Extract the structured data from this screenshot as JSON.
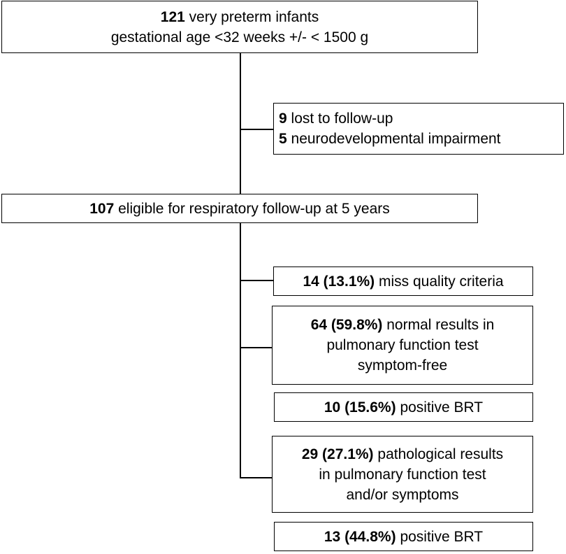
{
  "boxes": {
    "total": {
      "lines": [
        {
          "num": "121",
          "text": " very preterm infants"
        },
        {
          "num": "",
          "text": "gestational age <32 weeks +/- < 1500 g"
        }
      ]
    },
    "excluded": {
      "lines": [
        {
          "num": "9",
          "text": " lost to follow-up"
        },
        {
          "num": "5",
          "text": " neurodevelopmental impairment"
        }
      ]
    },
    "eligible": {
      "lines": [
        {
          "num": "107",
          "text": " eligible for respiratory follow-up at 5 years"
        }
      ]
    },
    "quality": {
      "lines": [
        {
          "num": "14 (13.1%)",
          "text": " miss quality criteria"
        }
      ]
    },
    "normal": {
      "lines": [
        {
          "num": "64 (59.8%)",
          "text": " normal results in"
        },
        {
          "num": "",
          "text": "pulmonary function test"
        },
        {
          "num": "",
          "text": "symptom-free"
        }
      ]
    },
    "normal_brt": {
      "lines": [
        {
          "num": "10 (15.6%)",
          "text": " positive BRT"
        }
      ]
    },
    "pathological": {
      "lines": [
        {
          "num": "29 (27.1%)",
          "text": " pathological results"
        },
        {
          "num": "",
          "text": "in pulmonary function test"
        },
        {
          "num": "",
          "text": "and/or symptoms"
        }
      ]
    },
    "patho_brt": {
      "lines": [
        {
          "num": "13 (44.8%)",
          "text": " positive BRT"
        }
      ]
    }
  }
}
